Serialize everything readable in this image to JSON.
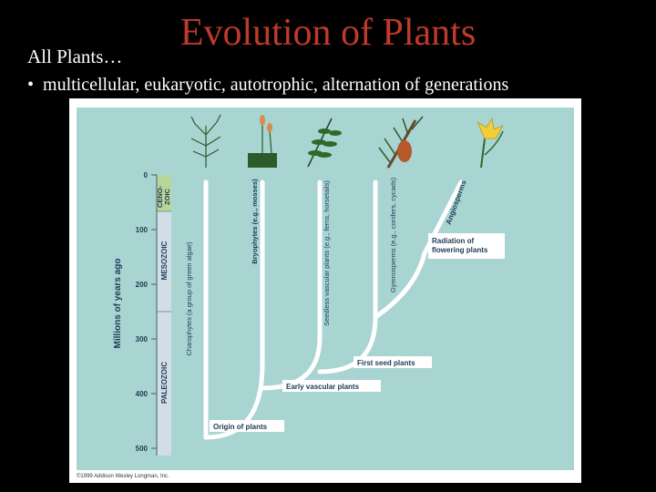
{
  "slide": {
    "title": "Evolution of Plants",
    "subtitle": "All Plants…",
    "bullet_marker": "•",
    "bullet": "multicellular, eukaryotic, autotrophic, alternation of generations"
  },
  "colors": {
    "background": "#000000",
    "title": "#c0392b",
    "text": "#ffffff",
    "plot_bg": "#a8d4d2",
    "cenozoic_band": "#b8d69a",
    "era_band": "#d3dde7",
    "branch": "#ffffff",
    "label_bg": "#ffffff"
  },
  "figure": {
    "axis_label": "Millions of years ago",
    "ticks": [
      "0",
      "100",
      "200",
      "300",
      "400",
      "500"
    ],
    "eras": [
      "CENO-\nZOIC",
      "MESOZOIC",
      "PALEOZOIC"
    ],
    "lineages": [
      "Charophytes (a group of green algae)",
      "Bryophytes (e.g., mosses)",
      "Seedless vascular plants (e.g., ferns, horsetails)",
      "Gymnosperms (e.g., conifers, cycads)",
      "Angiosperms"
    ],
    "events": [
      "Radiation of flowering plants",
      "First seed plants",
      "Early vascular plants",
      "Origin of plants"
    ],
    "copyright": "©1999 Addison Wesley Longman, Inc.",
    "icons": [
      "alga-icon",
      "moss-icon",
      "fern-icon",
      "conifer-icon",
      "flower-icon"
    ]
  }
}
